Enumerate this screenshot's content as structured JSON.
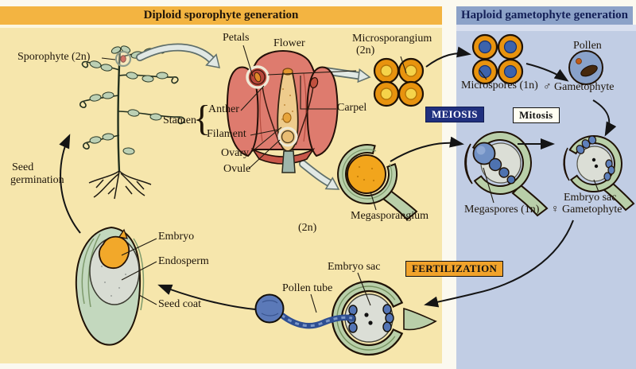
{
  "banners": {
    "diploid": "Diploid sporophyte generation",
    "haploid": "Haploid gametophyte generation"
  },
  "badges": {
    "meiosis": "MEIOSIS",
    "mitosis": "Mitosis",
    "fertilization": "FERTILIZATION"
  },
  "labels": {
    "sporophyte": "Sporophyte (2n)",
    "petals": "Petals",
    "flower": "Flower",
    "stamen": "Stamen",
    "stamen_brace": "{",
    "anther": "Anther",
    "filament": "Filament",
    "ovary": "Ovary",
    "ovule": "Ovule",
    "carpel": "Carpel",
    "microsporangium_line1": "Microsporangium",
    "microsporangium_line2": "(2n)",
    "microspores": "Microspores (1n)",
    "pollen": "Pollen",
    "male_gametophyte": "♂ Gametophyte",
    "megasporangium_line1": "Megasporangium",
    "megasporangium_line2": "(2n)",
    "megaspores": "Megaspores (1n)",
    "embryo_sac_top": "Embryo sac",
    "female_gametophyte": "♀ Gametophyte",
    "seed_germination_line1": "Seed",
    "seed_germination_line2": "germination",
    "embryo": "Embryo",
    "endosperm": "Endosperm",
    "seed_coat": "Seed coat",
    "embryo_sac_bottom": "Embryo sac",
    "pollen_tube": "Pollen tube"
  },
  "colors": {
    "yellow_panel": "#F6E6AC",
    "orange_banner": "#F3B441",
    "blue_panel": "#C1CDE4",
    "blue_banner": "#8CA2C8",
    "meiosis_bg": "#20307F",
    "fertilization_bg": "#F1A32B",
    "petal_pink": "#DE7B6E",
    "sporangium_orange": "#E8930E",
    "spore_blue": "#3C63AC",
    "sage_green": "#B9CFA9",
    "embryo_orange": "#F2A82A"
  }
}
